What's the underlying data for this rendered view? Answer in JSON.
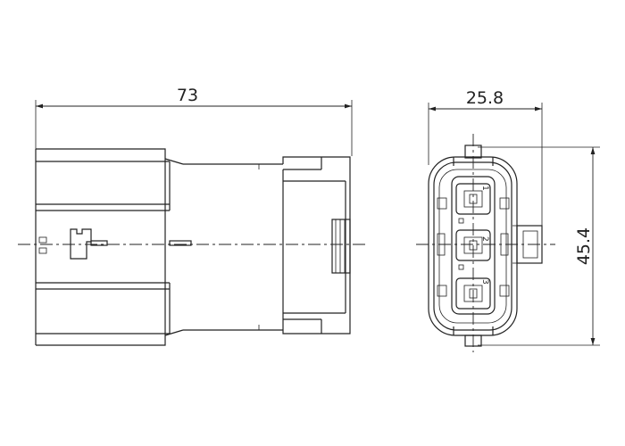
{
  "dimensions": {
    "length": "73",
    "width": "25.8",
    "height": "45.4"
  },
  "pins": [
    "1",
    "2",
    "3"
  ],
  "colors": {
    "stroke": "#222222",
    "background": "#ffffff"
  }
}
